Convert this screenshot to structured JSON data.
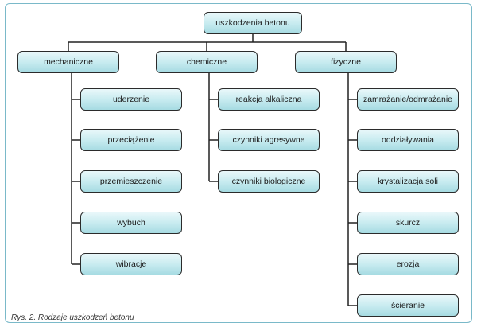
{
  "root": {
    "label": "uszkodzenia betonu"
  },
  "categories": [
    {
      "label": "mechaniczne",
      "items": [
        "uderzenie",
        "przeciążenie",
        "przemieszczenie",
        "wybuch",
        "wibracje"
      ]
    },
    {
      "label": "chemiczne",
      "items": [
        "reakcja alkaliczna",
        "czynniki agresywne",
        "czynniki biologiczne"
      ]
    },
    {
      "label": "fizyczne",
      "items": [
        "zamrażanie/odmrażanie",
        "oddziaływania",
        "krystalizacja soli",
        "skurcz",
        "erozja",
        "ścieranie"
      ]
    }
  ],
  "caption": "Rys. 2. Rodzaje uszkodzeń betonu"
}
